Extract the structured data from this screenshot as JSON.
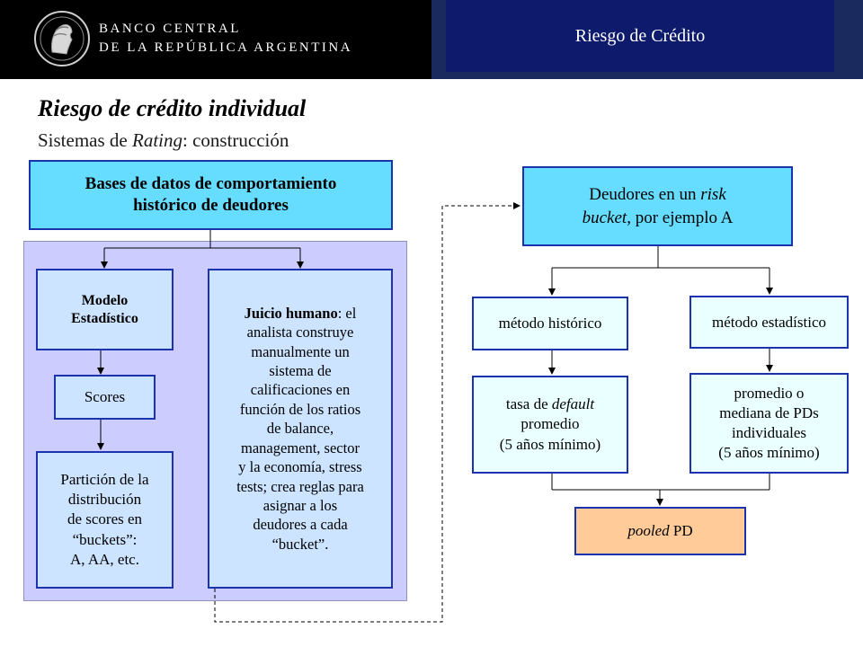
{
  "header": {
    "bank_line1": "BANCO CENTRAL",
    "bank_line2": "DE LA REPÚBLICA ARGENTINA",
    "section_title": "Riesgo de Crédito"
  },
  "slide": {
    "title": "Riesgo de crédito individual",
    "subtitle_part1": "Sistemas de ",
    "subtitle_italic": "Rating",
    "subtitle_part2": ": construcción"
  },
  "left": {
    "bases_line1": "Bases de datos de comportamiento",
    "bases_line2": "histórico de deudores",
    "modelo_line1": "Modelo",
    "modelo_line2": "Estadístico",
    "scores": "Scores",
    "particion_lines": [
      "Partición de la",
      "distribución",
      "de scores en",
      "“buckets”:",
      "A, AA, etc."
    ],
    "juicio_bold": "Juicio humano",
    "juicio_first_rest": ": el",
    "juicio_lines": [
      "analista construye",
      "manualmente un",
      "sistema de",
      "calificaciones en",
      "función de los ratios",
      "de balance,",
      "management, sector",
      "y la economía, stress",
      "tests; crea reglas para",
      "asignar a los",
      "deudores a cada",
      "“bucket”."
    ]
  },
  "right": {
    "deudores_part1": "Deudores en un ",
    "deudores_italic1": "risk",
    "deudores_italic2": "bucket",
    "deudores_part2": ", por ejemplo A",
    "metodo_historico": "método histórico",
    "metodo_estadistico": "método estadístico",
    "tasa_part1": "tasa de ",
    "tasa_italic": "default",
    "tasa_lines": [
      "promedio",
      "(5 años mínimo)"
    ],
    "promedio_lines": [
      "promedio o",
      "mediana de PDs",
      "individuales",
      "(5 años mínimo)"
    ],
    "pooled_italic": "pooled",
    "pooled_rest": " PD"
  },
  "colors": {
    "header_black": "#000000",
    "header_navy": "#0e1a6b",
    "box_border": "#1c33b0",
    "cyan": "#66ddff",
    "light_blue": "#cce4ff",
    "light_cyan": "#eaffff",
    "peach": "#ffcc99",
    "panel": "#ccccff"
  }
}
